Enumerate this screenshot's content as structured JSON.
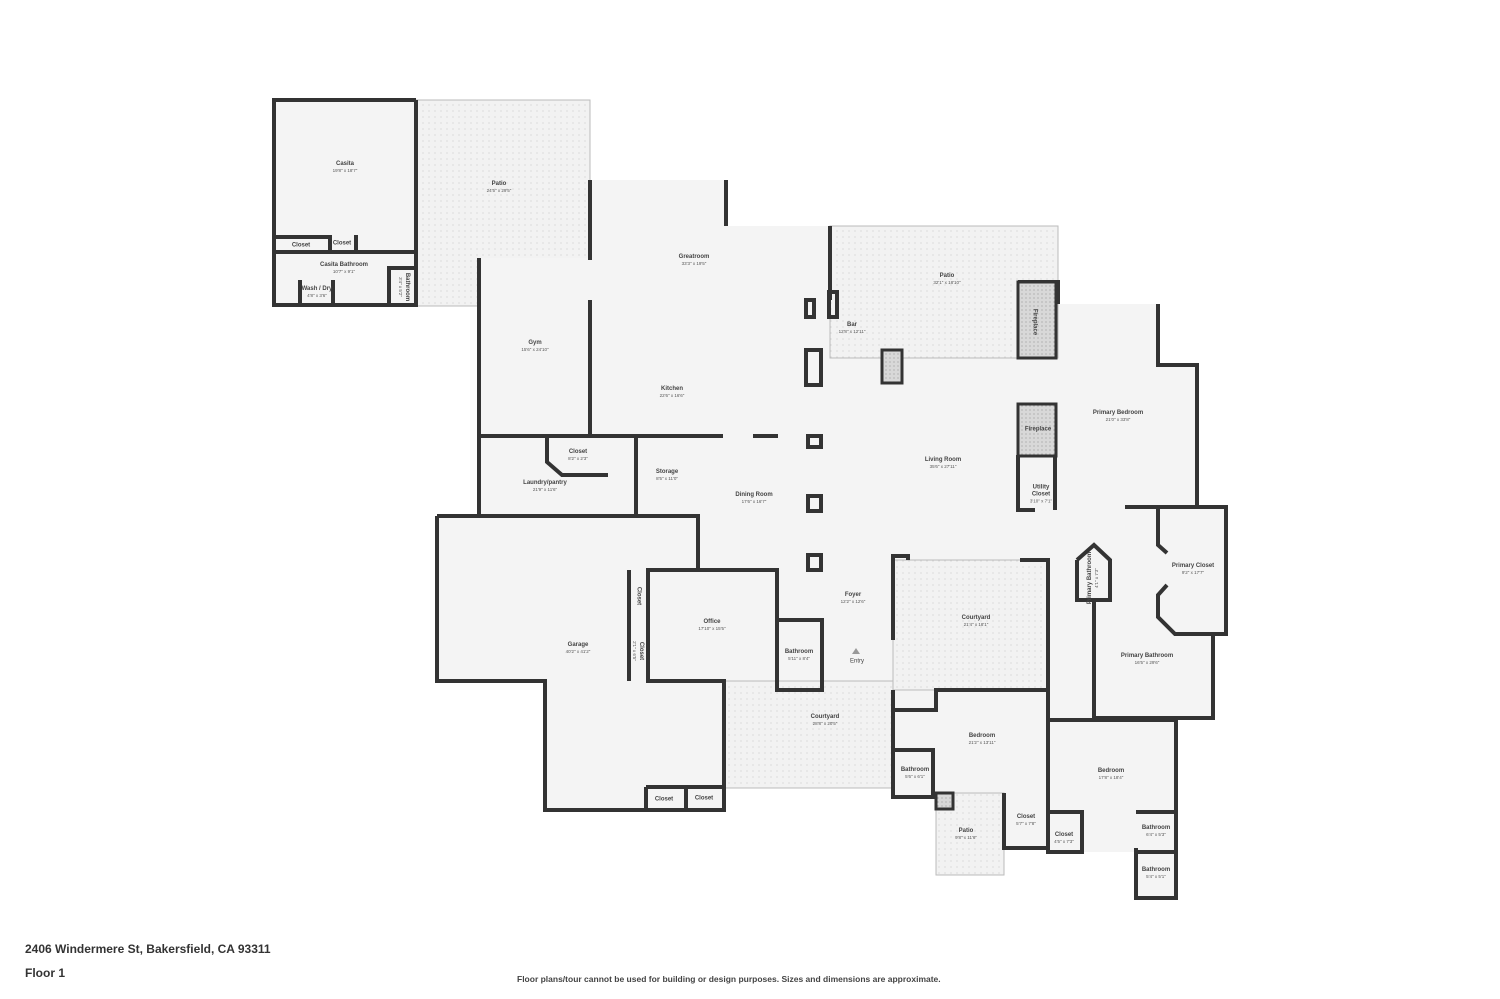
{
  "footer": {
    "address": "2406 Windermere St, Bakersfield, CA 93311",
    "floor": "Floor 1",
    "disclaimer": "Floor plans/tour cannot be used for building or design purposes. Sizes and dimensions are approximate."
  },
  "rooms": [
    {
      "name": "Casita",
      "dims": "19'8\" x 18'7\""
    },
    {
      "name": "Patio",
      "dims": "24'5\" x 29'5\""
    },
    {
      "name": "Closet",
      "dims": ""
    },
    {
      "name": "Closet",
      "dims": ""
    },
    {
      "name": "Casita Bathroom",
      "dims": "10'7\" x 9'1\""
    },
    {
      "name": "Wash / Dry",
      "dims": "4'8\" x 3'6\""
    },
    {
      "name": "Bathroom",
      "dims": "3'4\" x 5'2\""
    },
    {
      "name": "Greatroom",
      "dims": "33'3\" x 19'5\""
    },
    {
      "name": "Gym",
      "dims": "15'6\" x 24'10\""
    },
    {
      "name": "Kitchen",
      "dims": "22'6\" x 16'6\""
    },
    {
      "name": "Bar",
      "dims": "12'8\" x 12'11\""
    },
    {
      "name": "Patio",
      "dims": "32'1\" x 18'10\""
    },
    {
      "name": "Fireplace",
      "dims": ""
    },
    {
      "name": "Fireplace",
      "dims": ""
    },
    {
      "name": "Primary Bedroom",
      "dims": "21'0\" x 33'8\""
    },
    {
      "name": "Living Room",
      "dims": "35'6\" x 27'11\""
    },
    {
      "name": "Utility Closet",
      "dims": "3'10\" x 7'1\""
    },
    {
      "name": "Closet",
      "dims": "8'2\" x 2'3\""
    },
    {
      "name": "Laundry/pantry",
      "dims": "21'9\" x 11'6\""
    },
    {
      "name": "Storage",
      "dims": "8'5\" x 11'0\""
    },
    {
      "name": "Dining Room",
      "dims": "17'6\" x 16'7\""
    },
    {
      "name": "Garage",
      "dims": "40'2\" x 41'2\""
    },
    {
      "name": "Office",
      "dims": "17'10\" x 15'5\""
    },
    {
      "name": "Closet",
      "dims": ""
    },
    {
      "name": "Closet",
      "dims": "2'1\" x 6'5\""
    },
    {
      "name": "Bathroom",
      "dims": "5'11\" x 8'4\""
    },
    {
      "name": "Foyer",
      "dims": "12'2\" x 12'6\""
    },
    {
      "name": "Entry",
      "dims": ""
    },
    {
      "name": "Courtyard",
      "dims": "21'4\" x 18'1\""
    },
    {
      "name": "Primary Closet",
      "dims": "9'2\" x 17'7\""
    },
    {
      "name": "Primary Bathroom",
      "dims": "4'1\" x 7'3\""
    },
    {
      "name": "Primary Bathroom",
      "dims": "16'5\" x 29'6\""
    },
    {
      "name": "Courtyard",
      "dims": "28'8\" x 20'5\""
    },
    {
      "name": "Bedroom",
      "dims": "21'2\" x 13'11\""
    },
    {
      "name": "Bathroom",
      "dims": "5'6\" x 6'1\""
    },
    {
      "name": "Patio",
      "dims": "9'8\" x 11'6\""
    },
    {
      "name": "Closet",
      "dims": "5'7\" x 7'8\""
    },
    {
      "name": "Bedroom",
      "dims": "17'8\" x 18'4\""
    },
    {
      "name": "Closet",
      "dims": "4'5\" x 7'3\""
    },
    {
      "name": "Bathroom",
      "dims": "6'4\" x 5'3\""
    },
    {
      "name": "Bathroom",
      "dims": "5'4\" x 5'1\""
    },
    {
      "name": "Closet",
      "dims": ""
    },
    {
      "name": "Closet",
      "dims": ""
    }
  ]
}
